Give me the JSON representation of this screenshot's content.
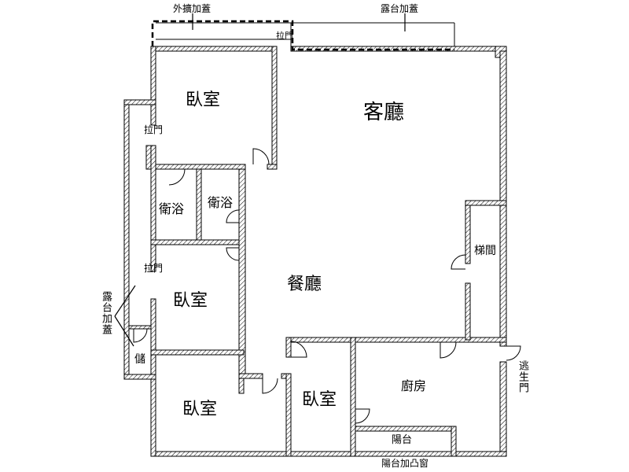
{
  "rooms": {
    "living_room": "客廳",
    "dining_room": "餐廳",
    "bedroom_top": "臥室",
    "bedroom_mid": "臥室",
    "bedroom_bottom_left": "臥室",
    "bedroom_bottom_center": "臥室",
    "kitchen": "廚房",
    "bath_1": "衛浴",
    "bath_2": "衛浴",
    "stair_room": "梯間",
    "storage": "儲",
    "balcony": "陽台"
  },
  "annotations": {
    "ext_roof_top": "外擴加蓋",
    "terrace_roof_top": "露台加蓋",
    "sliding_door_top": "拉門",
    "sliding_door_upper_left": "拉門",
    "sliding_door_mid_left": "拉門",
    "terrace_roof_left": "露台加蓋",
    "escape_door": "逃生門",
    "balcony_bay_window": "陽台加凸窗"
  }
}
